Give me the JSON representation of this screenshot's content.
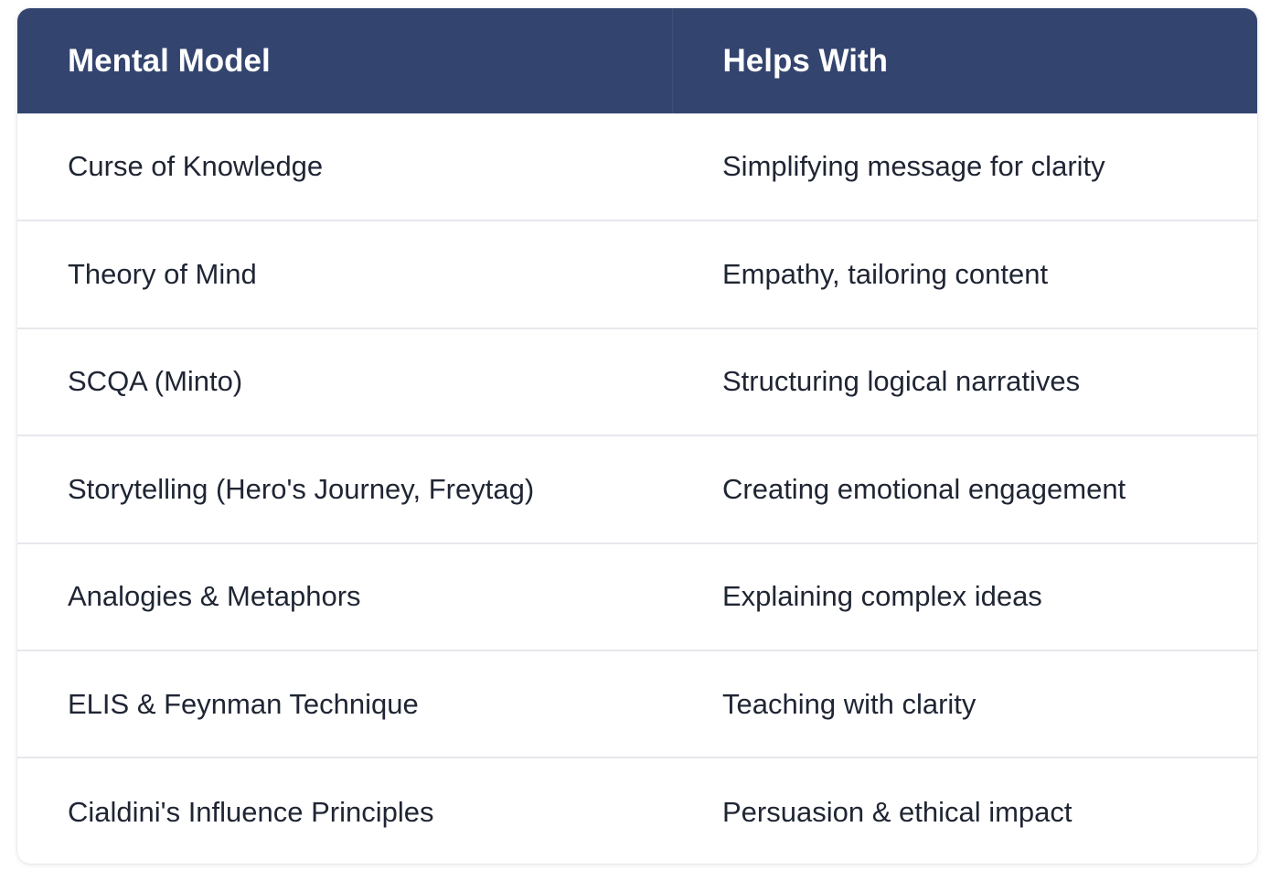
{
  "colors": {
    "header_background": "#33446f",
    "header_text": "#ffffff",
    "row_text": "#1f2533",
    "row_divider": "#e6e8ec"
  },
  "table": {
    "headers": [
      "Mental Model",
      "Helps With"
    ],
    "rows": [
      [
        "Curse of Knowledge",
        "Simplifying message for clarity"
      ],
      [
        "Theory of Mind",
        "Empathy, tailoring content"
      ],
      [
        "SCQA (Minto)",
        "Structuring logical narratives"
      ],
      [
        "Storytelling (Hero's Journey, Freytag)",
        "Creating emotional engagement"
      ],
      [
        "Analogies & Metaphors",
        "Explaining complex ideas"
      ],
      [
        "ELIS & Feynman Technique",
        "Teaching with clarity"
      ],
      [
        "Cialdini's Influence Principles",
        "Persuasion & ethical impact"
      ]
    ]
  }
}
